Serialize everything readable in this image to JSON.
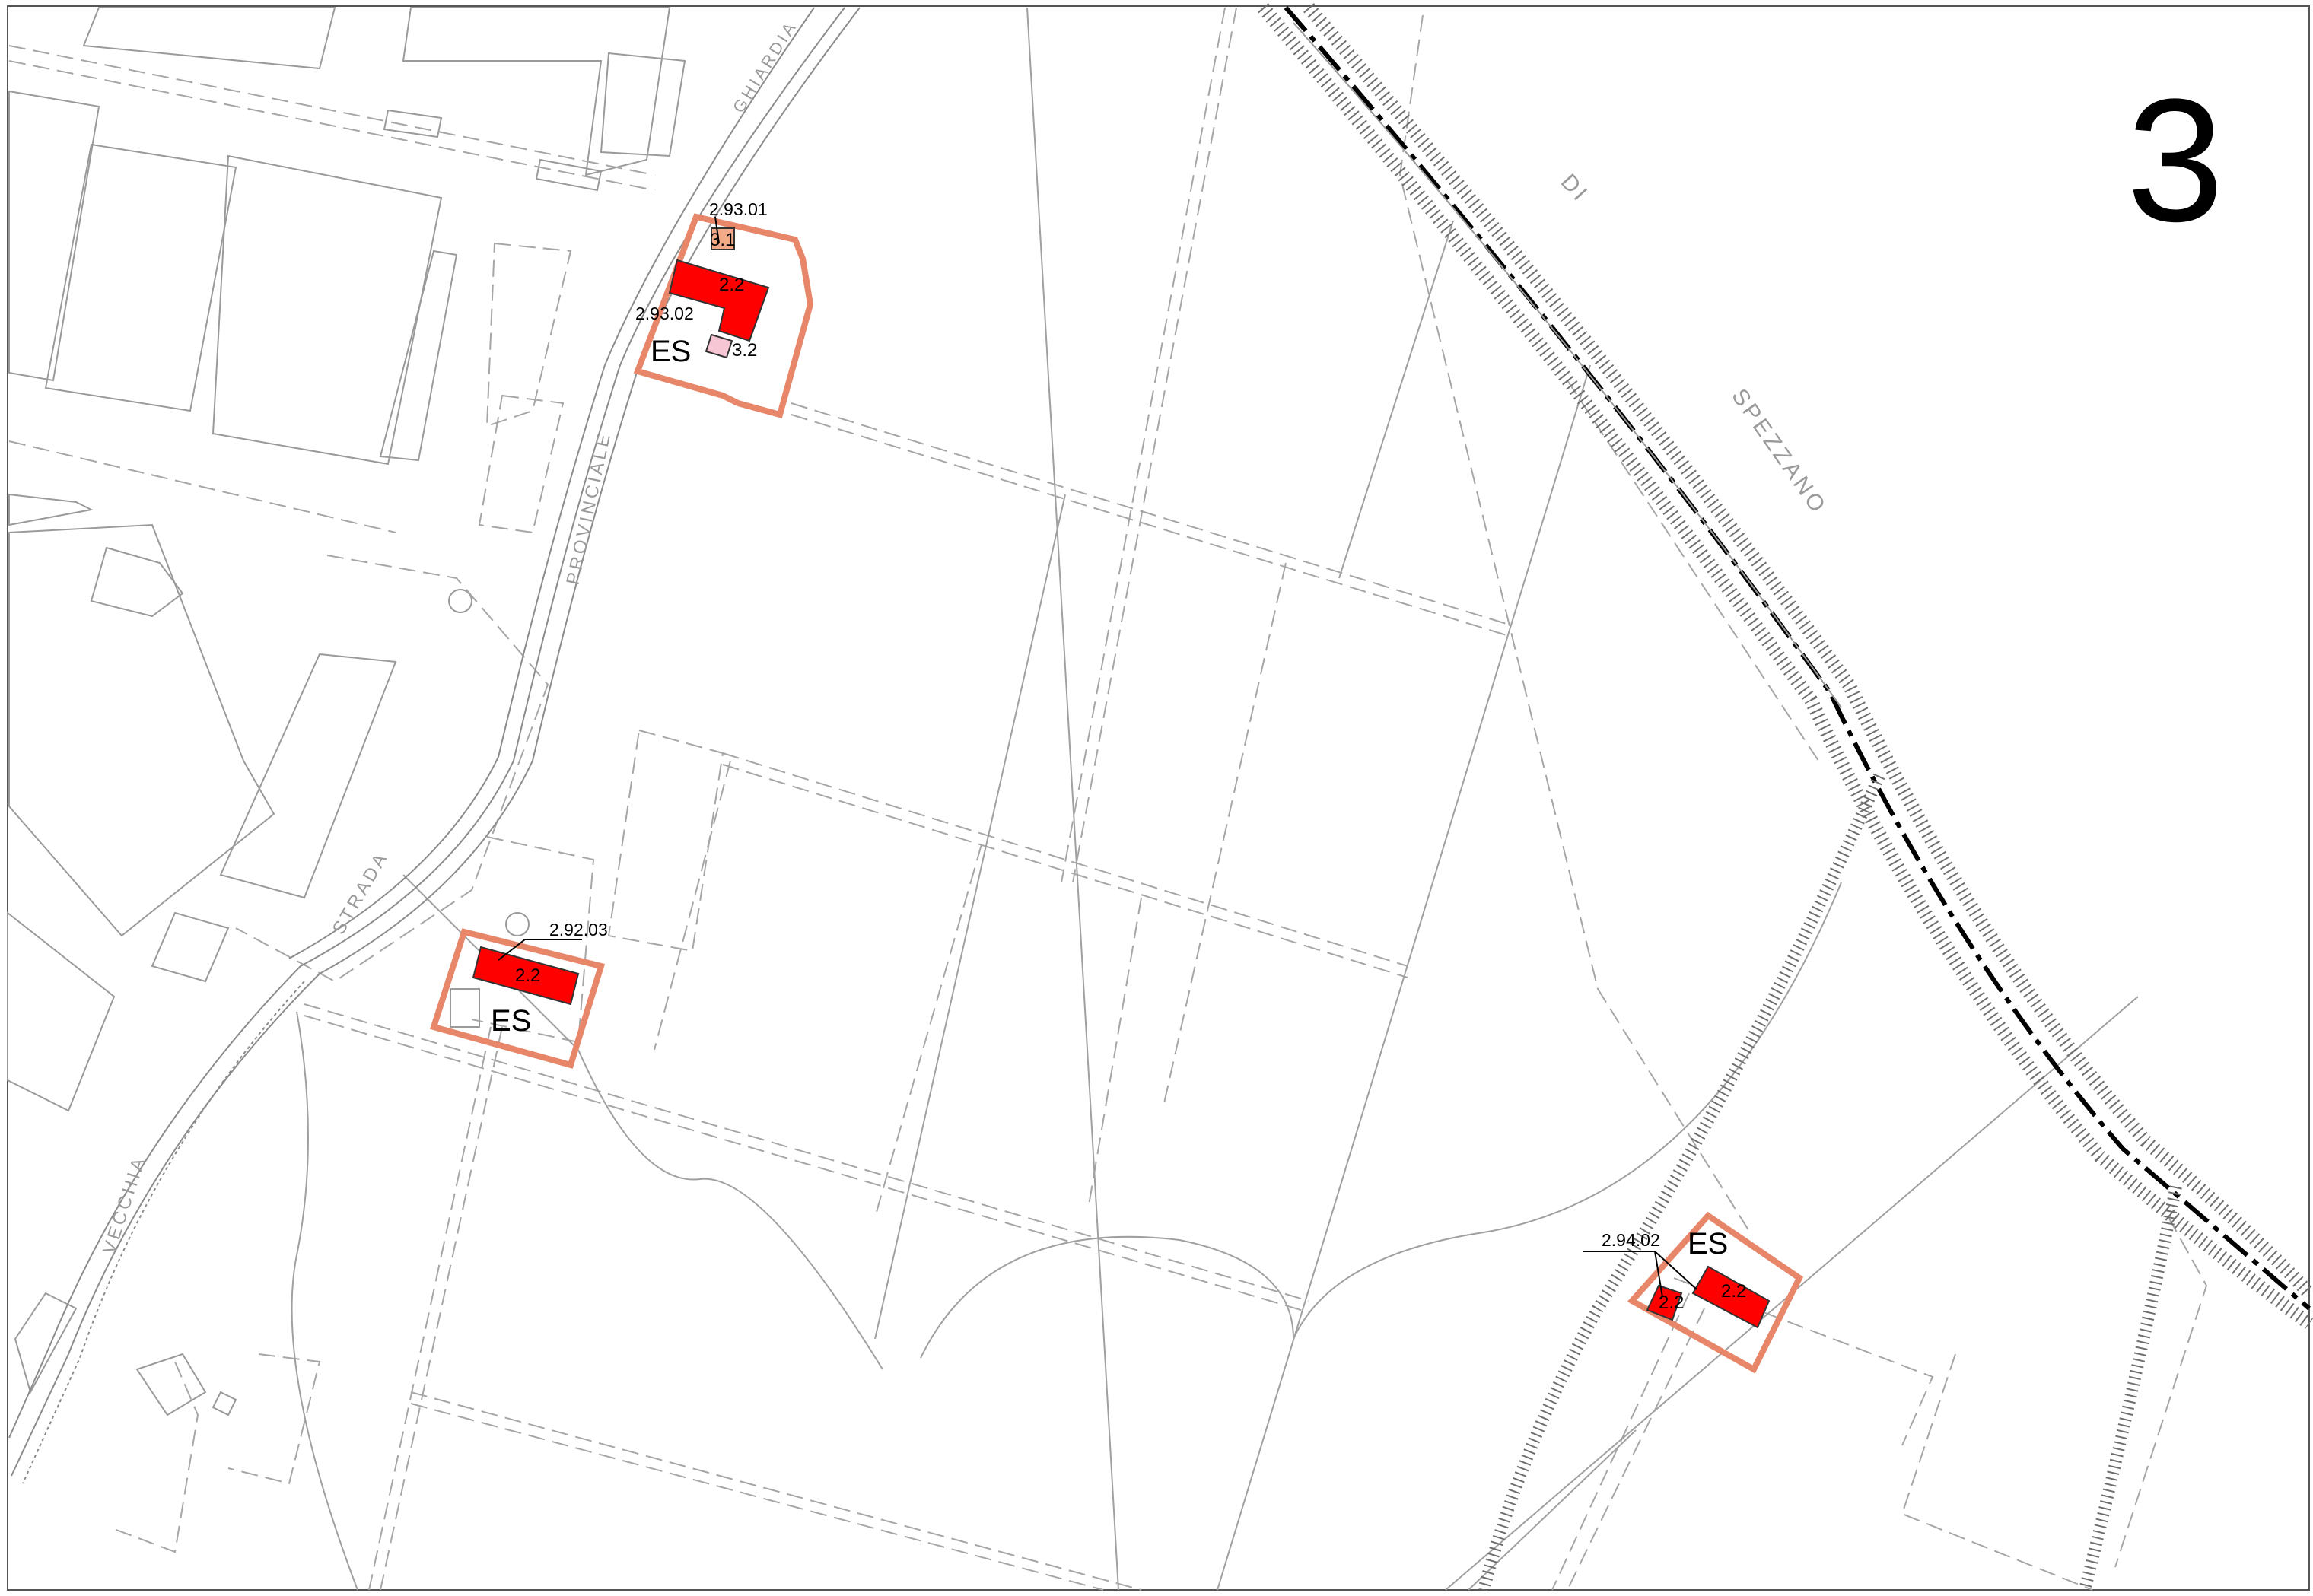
{
  "sheet_number": "3",
  "streets": {
    "ghiardia": "GHIARDIA",
    "provinciale": "PROVINCIALE",
    "strada": "STRADA",
    "vecchia": "VECCHIA",
    "di": "DI",
    "spezzano": "SPEZZANO"
  },
  "site_north": {
    "zone": "ES",
    "code_top": "2.93.01",
    "code_left": "2.93.02",
    "buildings": [
      "3.1",
      "2.2",
      "3.2"
    ]
  },
  "site_middle": {
    "zone": "ES",
    "code": "2.92.03",
    "buildings": [
      "2.2"
    ]
  },
  "site_east": {
    "zone": "ES",
    "code": "2.94.02",
    "buildings": [
      "2.2",
      "2.2"
    ]
  },
  "colors": {
    "zone_outline": "#e8866a",
    "building_main": "#ff0000",
    "building_ancillary": "#f4a987",
    "building_light": "#f6c6d4",
    "railway": "#000000",
    "base_lines": "#9e9e9e"
  }
}
